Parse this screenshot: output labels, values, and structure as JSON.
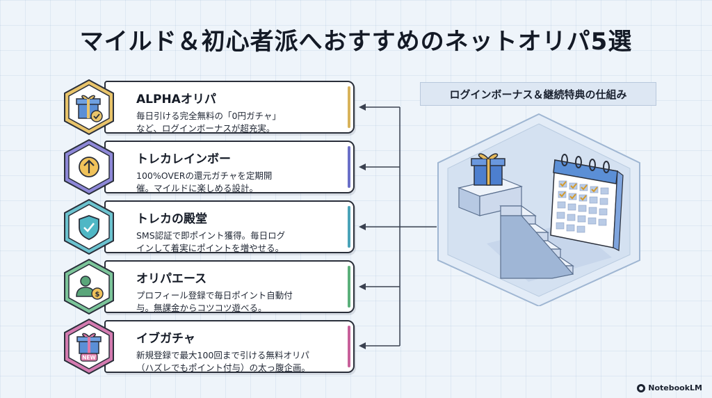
{
  "title": "マイルド＆初心者派へおすすめのネットオリパ5選",
  "flow_label": "ログインボーナス＆継続特典の仕組み",
  "brand": "NotebookLM",
  "services": [
    {
      "name": "ALPHAオリパ",
      "desc1": "毎日引ける完全無料の「0円ガチャ」",
      "desc2": "など、ログインボーナスが超充実。",
      "icon": "gift-check-icon",
      "accent": "#d8b35a"
    },
    {
      "name": "トレカレインボー",
      "desc1": "100%OVERの還元ガチャを定期開",
      "desc2": "催。マイルドに楽しめる設計。",
      "icon": "arrow-up-coin-icon",
      "accent": "#6a6fc8"
    },
    {
      "name": "トレカの殿堂",
      "desc1": "SMS認証で即ポイント獲得。毎日ログ",
      "desc2": "インして着実にポイントを増やせる。",
      "icon": "shield-check-icon",
      "accent": "#4aa3b8"
    },
    {
      "name": "オリパエース",
      "desc1": "プロフィール登録で毎日ポイント自動付",
      "desc2": "与。無課金からコツコツ遊べる。",
      "icon": "user-coin-icon",
      "accent": "#5bb07a"
    },
    {
      "name": "イブガチャ",
      "desc1": "新規登録で最大100回まで引ける無料オリパ",
      "desc2": "（ハズレでもポイント付与）の太っ腹企画。",
      "icon": "gift-new-icon",
      "accent": "#c8609a"
    }
  ],
  "illustration": {
    "badge_text": "NEW"
  }
}
